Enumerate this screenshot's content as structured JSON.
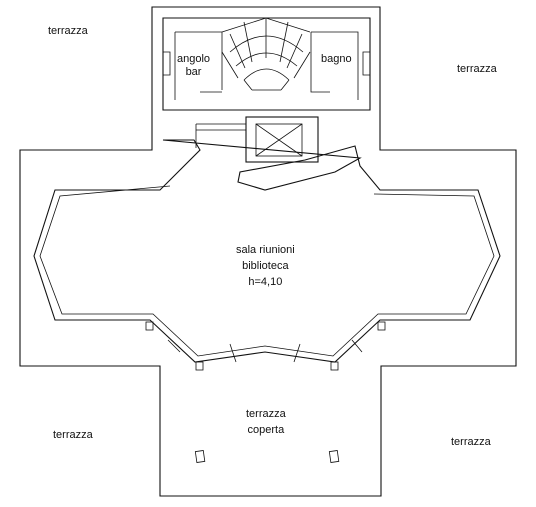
{
  "labels": {
    "terrace_nw": "terrazza",
    "terrace_ne": "terrazza",
    "terrace_sw": "terrazza",
    "terrace_se": "terrazza",
    "corner_bar_line1": "angolo",
    "corner_bar_line2": "bar",
    "bathroom": "bagno",
    "meeting_line1": "sala riunioni",
    "meeting_line2": "biblioteca",
    "meeting_line3": "h=4,10",
    "covered_line1": "terrazza",
    "covered_line2": "coperta"
  }
}
